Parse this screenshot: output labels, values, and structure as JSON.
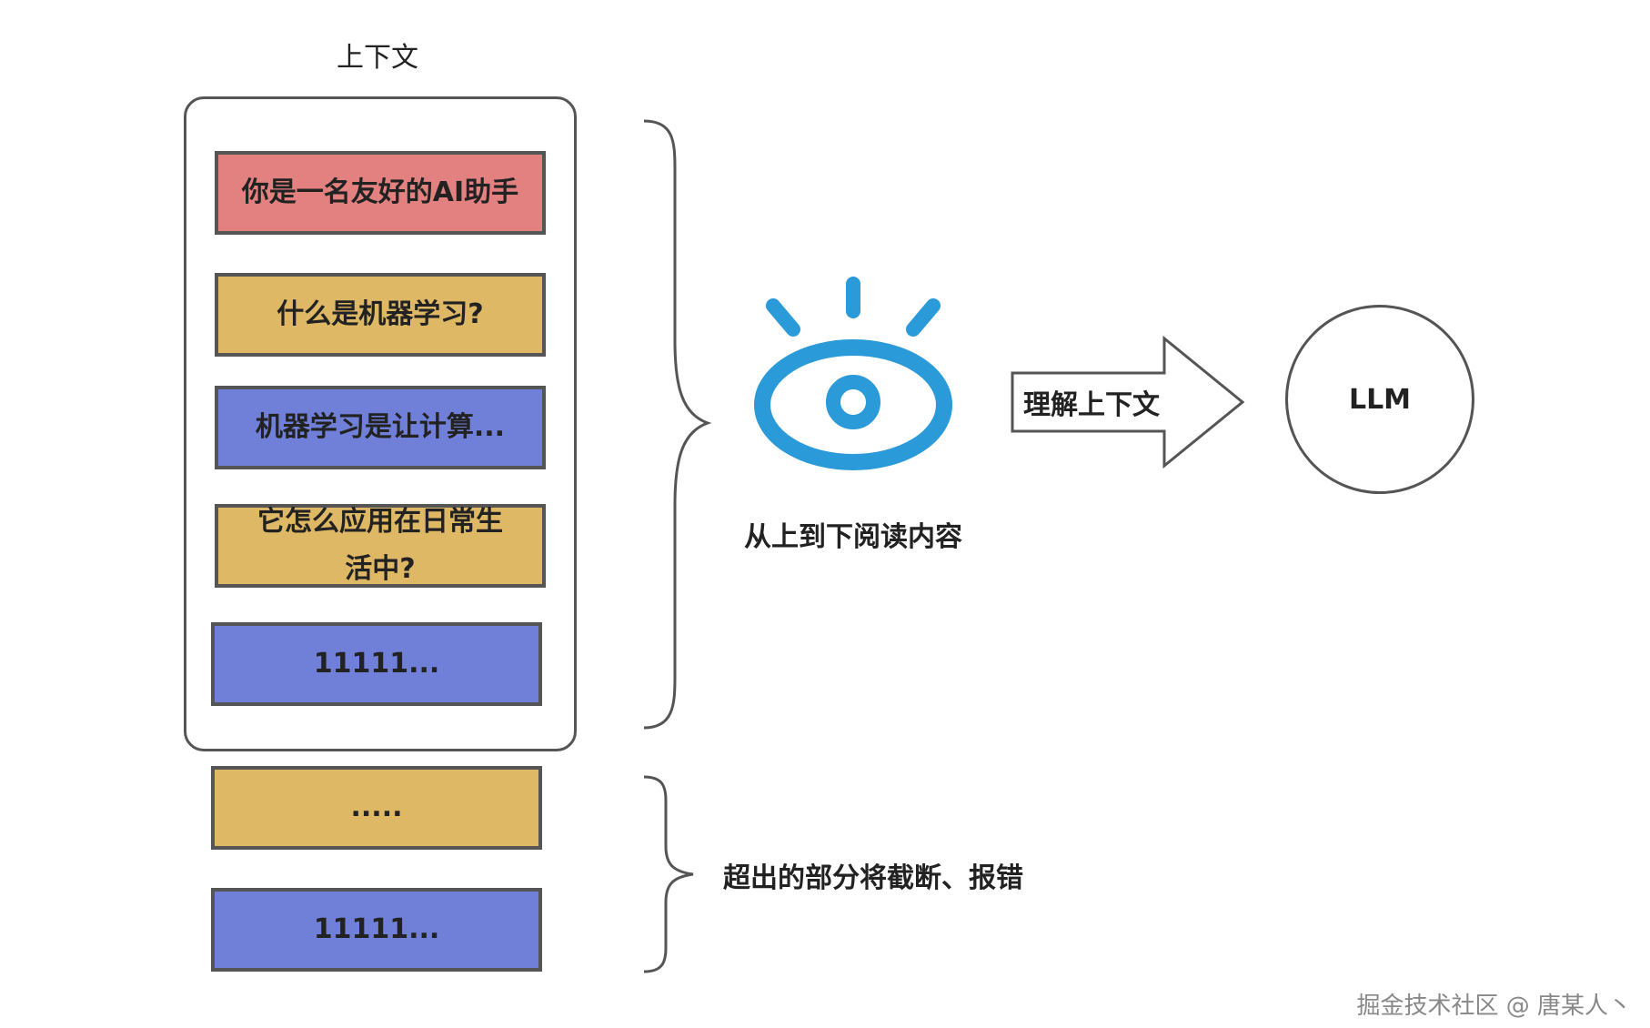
{
  "title": "上下文",
  "context_messages": [
    {
      "text": "你是一名友好的AI助手",
      "color": "#e2817f"
    },
    {
      "text": "什么是机器学习?",
      "color": "#dfb866"
    },
    {
      "text": "机器学习是让计算...",
      "color": "#7080d8"
    },
    {
      "text": "它怎么应用在日常生活中?",
      "color": "#dfb866"
    },
    {
      "text": "11111...",
      "color": "#7080d8"
    }
  ],
  "overflow_messages": [
    {
      "text": ".....",
      "color": "#dfb866"
    },
    {
      "text": "11111...",
      "color": "#7080d8"
    }
  ],
  "eye_icon_color": "#2a9ad8",
  "eye_caption": "从上到下阅读内容",
  "arrow_label": "理解上下文",
  "llm_label": "LLM",
  "overflow_caption": "超出的部分将截断、报错",
  "watermark": "掘金技术社区 @ 唐某人丶"
}
